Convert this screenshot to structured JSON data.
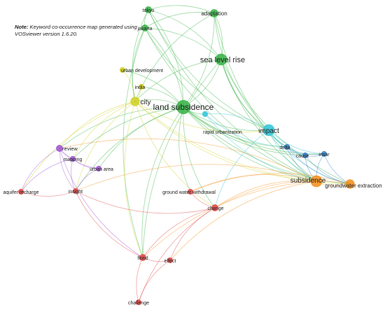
{
  "note": {
    "prefix": "Note:",
    "text": "Keyword co-occurrence map generated using VOSviewer version 1.6.20."
  },
  "clusters": {
    "green": "#3cb54a",
    "yellow": "#d2d22c",
    "cyan": "#38c6d9",
    "blue": "#3a82c4",
    "orange": "#f39221",
    "purple": "#a25ad2",
    "red": "#e14b4b"
  },
  "nodes": [
    {
      "id": "land_subsidence",
      "label": "land subsidence",
      "cluster": "green",
      "weight": 10
    },
    {
      "id": "sea_level_rise",
      "label": "sea level rise",
      "cluster": "green",
      "weight": 8
    },
    {
      "id": "adaptation",
      "label": "adaptation",
      "cluster": "green",
      "weight": 5
    },
    {
      "id": "tokyo",
      "label": "tokyo",
      "cluster": "green",
      "weight": 4
    },
    {
      "id": "jakarta",
      "label": "jakarta",
      "cluster": "green",
      "weight": 4
    },
    {
      "id": "city",
      "label": "city",
      "cluster": "yellow",
      "weight": 6
    },
    {
      "id": "india",
      "label": "india",
      "cluster": "yellow",
      "weight": 3
    },
    {
      "id": "urban_development",
      "label": "urban development",
      "cluster": "yellow",
      "weight": 3
    },
    {
      "id": "impact",
      "label": "impact",
      "cluster": "cyan",
      "weight": 8
    },
    {
      "id": "rapid_urbanization",
      "label": "rapid urbanization",
      "cluster": "cyan",
      "weight": 3
    },
    {
      "id": "delta",
      "label": "delta",
      "cluster": "blue",
      "weight": 3
    },
    {
      "id": "cause",
      "label": "cause",
      "cluster": "blue",
      "weight": 3
    },
    {
      "id": "insar",
      "label": "insar",
      "cluster": "blue",
      "weight": 3
    },
    {
      "id": "subsidence",
      "label": "subsidence",
      "cluster": "orange",
      "weight": 8
    },
    {
      "id": "groundwater_extraction",
      "label": "groundwater extraction",
      "cluster": "orange",
      "weight": 6
    },
    {
      "id": "review",
      "label": "review",
      "cluster": "purple",
      "weight": 4
    },
    {
      "id": "mapping",
      "label": "mapping",
      "cluster": "purple",
      "weight": 3
    },
    {
      "id": "urban_area",
      "label": "urban area",
      "cluster": "purple",
      "weight": 3
    },
    {
      "id": "aquifer_recharge",
      "label": "aquifer recharge",
      "cluster": "red",
      "weight": 3
    },
    {
      "id": "insight",
      "label": "insight",
      "cluster": "red",
      "weight": 3
    },
    {
      "id": "ground_water_withdrawal",
      "label": "ground water withdrawal",
      "cluster": "red",
      "weight": 3
    },
    {
      "id": "change",
      "label": "change",
      "cluster": "red",
      "weight": 4
    },
    {
      "id": "flood",
      "label": "flood",
      "cluster": "red",
      "weight": 4
    },
    {
      "id": "effect",
      "label": "effect",
      "cluster": "red",
      "weight": 3
    },
    {
      "id": "challenge",
      "label": "challenge",
      "cluster": "red",
      "weight": 3
    }
  ],
  "edges": [
    [
      "land_subsidence",
      "sea_level_rise"
    ],
    [
      "land_subsidence",
      "adaptation"
    ],
    [
      "land_subsidence",
      "tokyo"
    ],
    [
      "land_subsidence",
      "jakarta"
    ],
    [
      "land_subsidence",
      "city"
    ],
    [
      "land_subsidence",
      "impact"
    ],
    [
      "land_subsidence",
      "subsidence"
    ],
    [
      "land_subsidence",
      "groundwater_extraction"
    ],
    [
      "land_subsidence",
      "review"
    ],
    [
      "land_subsidence",
      "change"
    ],
    [
      "land_subsidence",
      "flood"
    ],
    [
      "land_subsidence",
      "rapid_urbanization"
    ],
    [
      "land_subsidence",
      "delta"
    ],
    [
      "land_subsidence",
      "urban_development"
    ],
    [
      "land_subsidence",
      "india"
    ],
    [
      "land_subsidence",
      "mapping"
    ],
    [
      "land_subsidence",
      "urban_area"
    ],
    [
      "land_subsidence",
      "insar"
    ],
    [
      "land_subsidence",
      "cause"
    ],
    [
      "land_subsidence",
      "ground_water_withdrawal"
    ],
    [
      "land_subsidence",
      "insight"
    ],
    [
      "sea_level_rise",
      "adaptation"
    ],
    [
      "sea_level_rise",
      "tokyo"
    ],
    [
      "sea_level_rise",
      "jakarta"
    ],
    [
      "sea_level_rise",
      "city"
    ],
    [
      "sea_level_rise",
      "impact"
    ],
    [
      "sea_level_rise",
      "subsidence"
    ],
    [
      "sea_level_rise",
      "flood"
    ],
    [
      "sea_level_rise",
      "delta"
    ],
    [
      "sea_level_rise",
      "groundwater_extraction"
    ],
    [
      "adaptation",
      "tokyo"
    ],
    [
      "adaptation",
      "jakarta"
    ],
    [
      "adaptation",
      "city"
    ],
    [
      "adaptation",
      "impact"
    ],
    [
      "adaptation",
      "subsidence"
    ],
    [
      "tokyo",
      "jakarta"
    ],
    [
      "tokyo",
      "city"
    ],
    [
      "tokyo",
      "impact"
    ],
    [
      "tokyo",
      "subsidence"
    ],
    [
      "jakarta",
      "city"
    ],
    [
      "jakarta",
      "impact"
    ],
    [
      "jakarta",
      "subsidence"
    ],
    [
      "jakarta",
      "flood"
    ],
    [
      "city",
      "impact"
    ],
    [
      "city",
      "subsidence"
    ],
    [
      "city",
      "review"
    ],
    [
      "city",
      "urban_development"
    ],
    [
      "city",
      "india"
    ],
    [
      "city",
      "change"
    ],
    [
      "city",
      "flood"
    ],
    [
      "city",
      "groundwater_extraction"
    ],
    [
      "city",
      "aquifer_recharge"
    ],
    [
      "city",
      "insight"
    ],
    [
      "city",
      "mapping"
    ],
    [
      "impact",
      "subsidence"
    ],
    [
      "impact",
      "groundwater_extraction"
    ],
    [
      "impact",
      "delta"
    ],
    [
      "impact",
      "cause"
    ],
    [
      "impact",
      "insar"
    ],
    [
      "impact",
      "rapid_urbanization"
    ],
    [
      "impact",
      "change"
    ],
    [
      "rapid_urbanization",
      "subsidence"
    ],
    [
      "rapid_urbanization",
      "delta"
    ],
    [
      "delta",
      "subsidence"
    ],
    [
      "delta",
      "cause"
    ],
    [
      "delta",
      "insar"
    ],
    [
      "delta",
      "groundwater_extraction"
    ],
    [
      "cause",
      "subsidence"
    ],
    [
      "cause",
      "insar"
    ],
    [
      "cause",
      "groundwater_extraction"
    ],
    [
      "insar",
      "subsidence"
    ],
    [
      "insar",
      "groundwater_extraction"
    ],
    [
      "subsidence",
      "groundwater_extraction"
    ],
    [
      "subsidence",
      "change"
    ],
    [
      "subsidence",
      "ground_water_withdrawal"
    ],
    [
      "subsidence",
      "flood"
    ],
    [
      "subsidence",
      "effect"
    ],
    [
      "subsidence",
      "insight"
    ],
    [
      "subsidence",
      "review"
    ],
    [
      "groundwater_extraction",
      "change"
    ],
    [
      "groundwater_extraction",
      "ground_water_withdrawal"
    ],
    [
      "review",
      "mapping"
    ],
    [
      "review",
      "urban_area"
    ],
    [
      "review",
      "aquifer_recharge"
    ],
    [
      "review",
      "insight"
    ],
    [
      "review",
      "flood"
    ],
    [
      "mapping",
      "urban_area"
    ],
    [
      "mapping",
      "aquifer_recharge"
    ],
    [
      "mapping",
      "insight"
    ],
    [
      "urban_area",
      "insight"
    ],
    [
      "aquifer_recharge",
      "insight"
    ],
    [
      "insight",
      "flood"
    ],
    [
      "insight",
      "change"
    ],
    [
      "ground_water_withdrawal",
      "change"
    ],
    [
      "change",
      "flood"
    ],
    [
      "change",
      "effect"
    ],
    [
      "flood",
      "effect"
    ],
    [
      "flood",
      "challenge"
    ],
    [
      "effect",
      "challenge"
    ],
    [
      "change",
      "challenge"
    ]
  ]
}
